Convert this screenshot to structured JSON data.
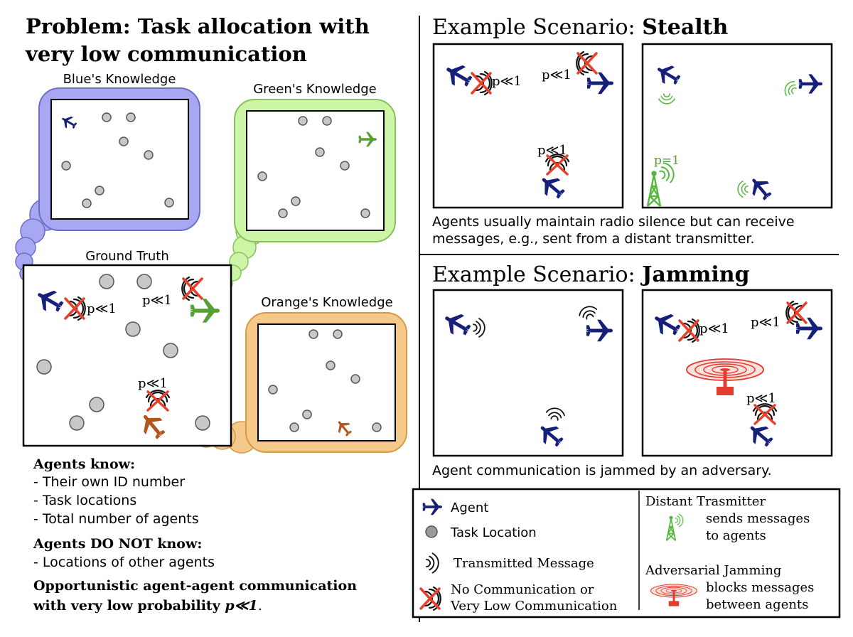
{
  "title_line1": "Problem: Task allocation with",
  "title_line2": "very low communication",
  "labels": {
    "blue_knowledge": "Blue's Knowledge",
    "green_knowledge": "Green's Knowledge",
    "ground_truth": "Ground Truth",
    "orange_knowledge": "Orange's Knowledge"
  },
  "prob_text": "p≪1",
  "p_equals_one": "p=1",
  "agents_know": {
    "heading": "Agents know:",
    "items": [
      "- Their own ID number",
      "- Task locations",
      "- Total number of agents"
    ]
  },
  "agents_not_know": {
    "heading": "Agents DO NOT know:",
    "items": [
      "- Locations of other agents"
    ]
  },
  "opportunistic": {
    "line1": "Opportunistic agent-agent communication",
    "line2_prefix": "with very low probability ",
    "line2_math": "p≪1",
    "line2_suffix": "."
  },
  "stealth": {
    "heading_prefix": "Example Scenario: ",
    "heading_bold": "Stealth",
    "caption_line1": "Agents usually maintain radio silence but can receive",
    "caption_line2": "messages, e.g., sent from a distant transmitter."
  },
  "jamming": {
    "heading_prefix": "Example Scenario: ",
    "heading_bold": "Jamming",
    "caption": "Agent communication is jammed by an adversary."
  },
  "legend": {
    "agent": "Agent",
    "task": "Task Location",
    "transmitted": "Transmitted Message",
    "nocomm_line1": "No Communication or",
    "nocomm_line2": "Very Low Communication",
    "transmitter_title": "Distant Trasmitter",
    "transmitter_line1": "sends messages",
    "transmitter_line2": "to agents",
    "jamming_title": "Adversarial Jamming",
    "jamming_line1": "blocks messages",
    "jamming_line2": "between agents"
  },
  "colors": {
    "blue_agent": "#16207a",
    "green_agent": "#55a030",
    "orange_agent": "#b2561f",
    "task_fill": "#c8c8c8",
    "blue_frame": "#a8a8f2",
    "green_frame": "#cdf5a8",
    "orange_frame": "#f5c98a",
    "no_comm_red": "#e8402a",
    "jammer_red": "#e33b2e",
    "transmitter_green": "#55b83c"
  }
}
